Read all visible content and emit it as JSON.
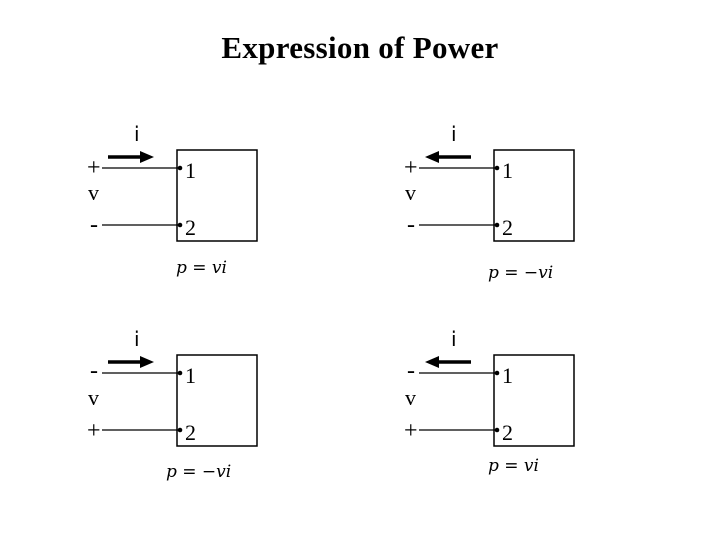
{
  "title": "Expression of Power",
  "panels": [
    {
      "current_label": "i",
      "voltage_label": "v",
      "top_sign": "+",
      "bottom_sign": "-",
      "terminal_1": "1",
      "terminal_2": "2",
      "arrow_direction": "right",
      "formula": "p = vi"
    },
    {
      "current_label": "i",
      "voltage_label": "v",
      "top_sign": "+",
      "bottom_sign": "-",
      "terminal_1": "1",
      "terminal_2": "2",
      "arrow_direction": "left",
      "formula": "p = −vi"
    },
    {
      "current_label": "i",
      "voltage_label": "v",
      "top_sign": "-",
      "bottom_sign": "+",
      "terminal_1": "1",
      "terminal_2": "2",
      "arrow_direction": "right",
      "formula": "p = −vi"
    },
    {
      "current_label": "i",
      "voltage_label": "v",
      "top_sign": "-",
      "bottom_sign": "+",
      "terminal_1": "1",
      "terminal_2": "2",
      "arrow_direction": "left",
      "formula": "p = vi"
    }
  ]
}
